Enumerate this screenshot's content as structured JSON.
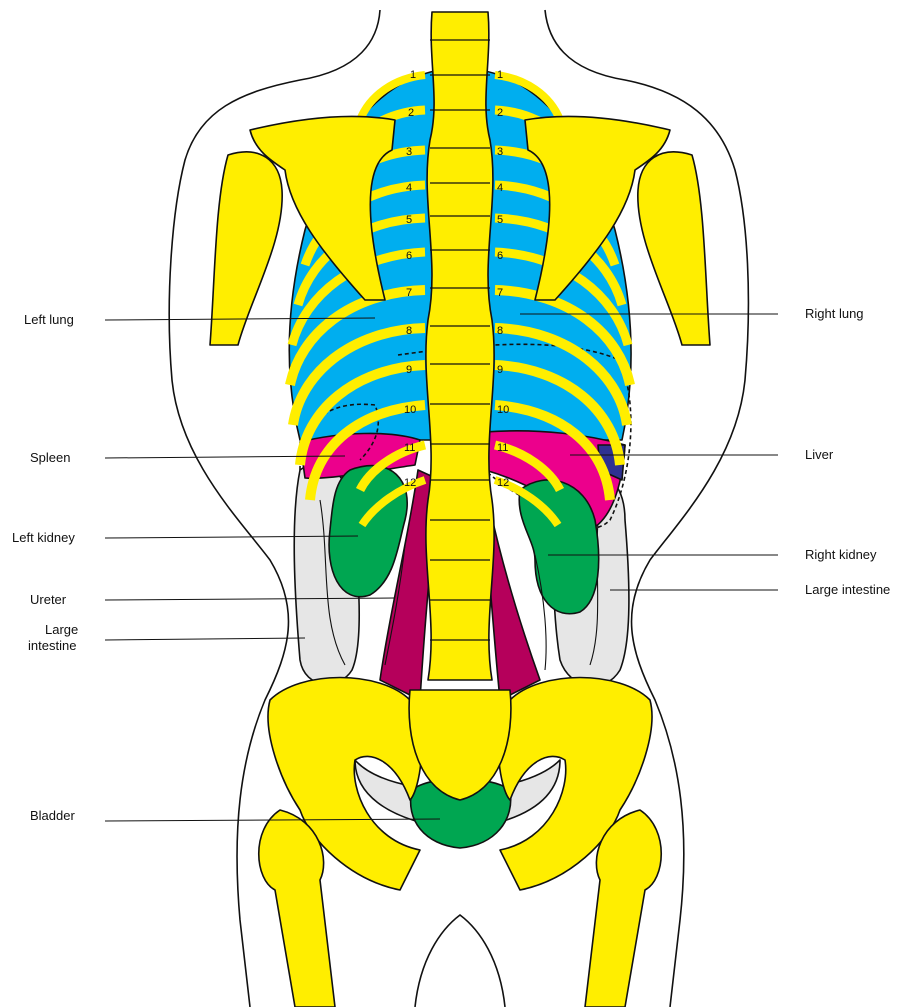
{
  "labels": {
    "left_lung": "Left lung",
    "spleen": "Spleen",
    "left_kidney": "Left kidney",
    "ureter": "Ureter",
    "large_intestine_left_1": "Large",
    "large_intestine_left_2": "intestine",
    "bladder": "Bladder",
    "right_lung": "Right lung",
    "liver": "Liver",
    "right_kidney": "Right kidney",
    "large_intestine_right": "Large intestine"
  },
  "rib_numbers": [
    "1",
    "2",
    "3",
    "4",
    "5",
    "6",
    "7",
    "8",
    "9",
    "10",
    "11",
    "12"
  ],
  "colors": {
    "bone": "#ffee00",
    "lung": "#00aeef",
    "liver_spleen": "#ec008c",
    "kidney_bladder": "#00a651",
    "intestine": "#e6e6e6",
    "muscle": "#b5005b",
    "outline": "#111111"
  }
}
